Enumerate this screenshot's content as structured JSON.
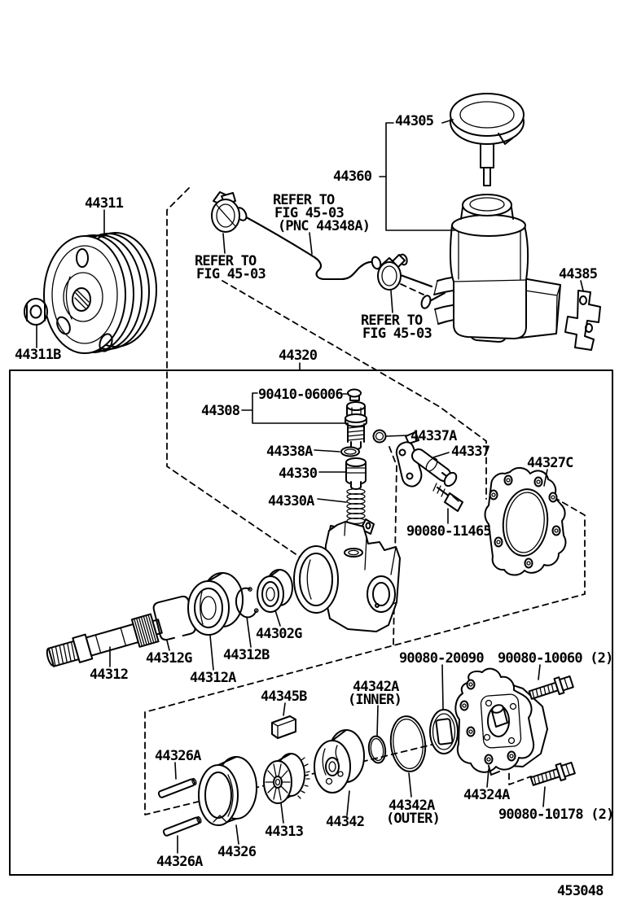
{
  "figure": {
    "code": "453048"
  },
  "colors": {
    "ink": "#000000",
    "paper": "#ffffff"
  },
  "part_labels": {
    "p44305": "44305",
    "p44360": "44360",
    "p44311": "44311",
    "p44311B": "44311B",
    "p44385": "44385",
    "p44320": "44320",
    "p90410_06006": "90410-06006",
    "p44308": "44308",
    "p44338A": "44338A",
    "p44330": "44330",
    "p44330A": "44330A",
    "p44337A": "44337A",
    "p44337": "44337",
    "p44327C": "44327C",
    "p90080_11465": "90080-11465",
    "p44302G": "44302G",
    "p44312G": "44312G",
    "p44312B": "44312B",
    "p44312": "44312",
    "p44312A": "44312A",
    "p44345B": "44345B",
    "p44326A": "44326A",
    "p44326": "44326",
    "p44313": "44313",
    "p44342": "44342",
    "p44342A": "44342A",
    "p90080_20090": "90080-20090",
    "p90080_10060": "90080-10060 (2)",
    "p44324A": "44324A",
    "p90080_10178": "90080-10178 (2)"
  },
  "notes": {
    "refer_to": "REFER TO",
    "fig_45_03": "FIG 45-03",
    "pnc_44348A": "(PNC 44348A)",
    "inner": "(INNER)",
    "outer": "(OUTER)"
  }
}
